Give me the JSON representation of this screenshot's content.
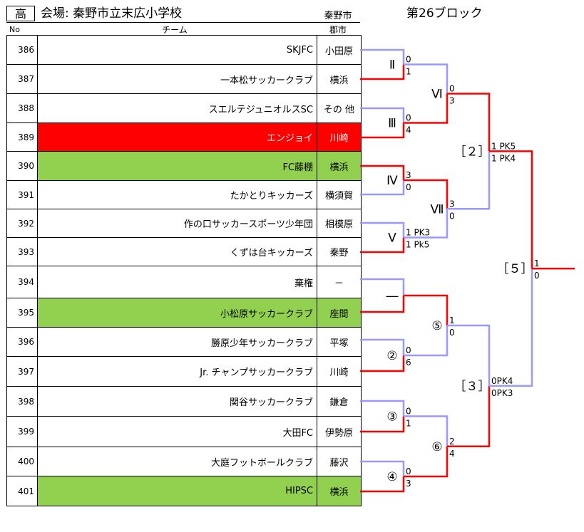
{
  "header": {
    "level_label": "高",
    "venue": "会場: 秦野市立末広小学校",
    "city": "秦野市",
    "block": "第26ブロック",
    "col_no": "No",
    "col_team": "チーム",
    "col_city": "郡市"
  },
  "teams": [
    {
      "no": "386",
      "name": "SKJFC",
      "city": "小田原",
      "highlight": ""
    },
    {
      "no": "387",
      "name": "一本松サッカークラブ",
      "city": "横浜",
      "highlight": ""
    },
    {
      "no": "388",
      "name": "スエルテジュニオルスSC",
      "city": "その 他",
      "highlight": ""
    },
    {
      "no": "389",
      "name": "エンジョイ",
      "city": "川崎",
      "highlight": "red"
    },
    {
      "no": "390",
      "name": "FC藤棚",
      "city": "横浜",
      "highlight": "green"
    },
    {
      "no": "391",
      "name": "たかとりキッカーズ",
      "city": "横須賀",
      "highlight": ""
    },
    {
      "no": "392",
      "name": "作の口サッカースポーツ少年団",
      "city": "相模原",
      "highlight": ""
    },
    {
      "no": "393",
      "name": "くずは台キッカーズ",
      "city": "秦野",
      "highlight": ""
    },
    {
      "no": "394",
      "name": "棄権",
      "city": "－",
      "highlight": ""
    },
    {
      "no": "395",
      "name": "小松原サッカークラブ",
      "city": "座間",
      "highlight": "green"
    },
    {
      "no": "396",
      "name": "勝原少年サッカークラブ",
      "city": "平塚",
      "highlight": ""
    },
    {
      "no": "397",
      "name": "Jr. チャンプサッカークラブ",
      "city": "川崎",
      "highlight": ""
    },
    {
      "no": "398",
      "name": "関谷サッカークラブ",
      "city": "鎌倉",
      "highlight": ""
    },
    {
      "no": "399",
      "name": "大田FC",
      "city": "伊勢原",
      "highlight": ""
    },
    {
      "no": "400",
      "name": "大庭フットボールクラブ",
      "city": "藤沢",
      "highlight": ""
    },
    {
      "no": "401",
      "name": "HIPSC",
      "city": "横浜",
      "highlight": "green"
    }
  ],
  "bracket": {
    "match_labels": [
      "Ⅱ",
      "Ⅲ",
      "Ⅳ",
      "Ⅴ",
      "―",
      "②",
      "③",
      "④",
      "Ⅵ",
      "Ⅶ",
      "⑤",
      "⑥",
      "［２］",
      "［３］",
      "［５］"
    ],
    "scores": {
      "m2": [
        "0",
        "1"
      ],
      "m3": [
        "0",
        "4"
      ],
      "m4": [
        "3",
        "0"
      ],
      "m5": [
        "1 PK3",
        "1 Pk5"
      ],
      "mc2": [
        "0",
        "6"
      ],
      "mc3": [
        "0",
        "1"
      ],
      "mc4": [
        "0",
        "3"
      ],
      "m6": [
        "0",
        "3"
      ],
      "m7": [
        "3",
        "0"
      ],
      "mc5": [
        "1",
        "0"
      ],
      "mc6": [
        "2",
        "4"
      ],
      "sf2": [
        "1 PK5",
        "1 PK4"
      ],
      "sf3": [
        "0PK4",
        "0PK3"
      ],
      "final": [
        "1",
        "0"
      ]
    },
    "colors": {
      "winner": "#ff0000",
      "loser": "#9999ff"
    }
  }
}
